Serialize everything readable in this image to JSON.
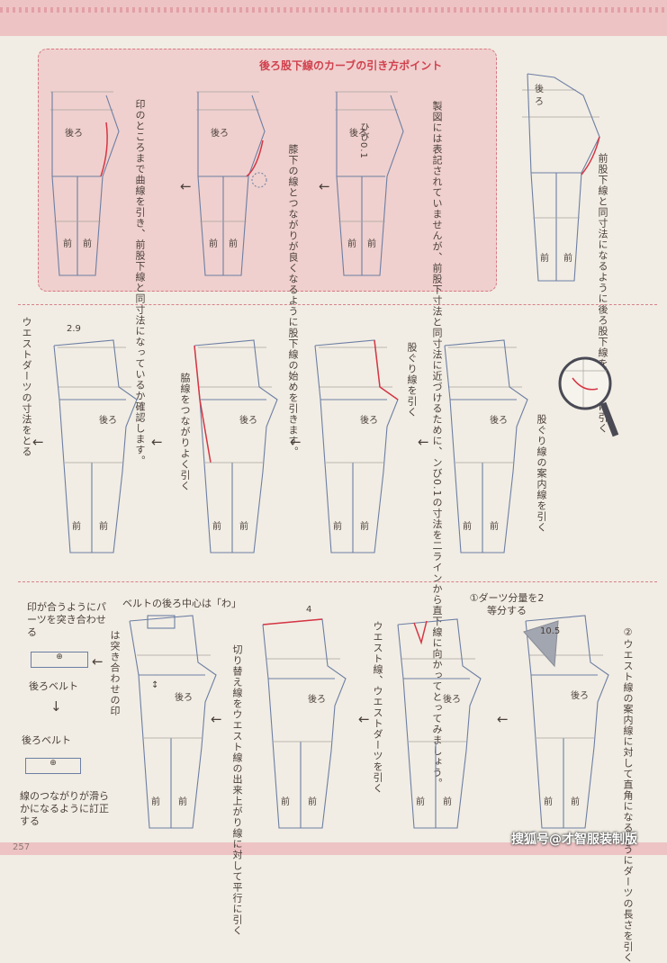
{
  "panel": {
    "title": "後ろ股下線のカーブの引き方ポイント",
    "notes": {
      "a": "製図には表記されていませんが、前股下寸法と同寸法に近づけるために、ンび0.1の寸法を二ラインから直下線に向かってとってみましょう。",
      "b": "膝下の線とつながりが良くなるように股下線の始めを引きます。",
      "c": "印のところまで曲線を引き、前股下線と同寸法になっているか確認します。"
    },
    "right_note": "前股下線と同寸法になるように後ろ股下線をカーブに引く",
    "hibi": "ひび0.1"
  },
  "labels": {
    "back": "後ろ",
    "front": "前"
  },
  "row2": {
    "waist_dart": "ウエストダーツの寸法をとる",
    "dims": "2.9",
    "side_line": "脇線をつながりよく引く",
    "crotch_line": "股ぐり線を引く",
    "guide_line": "股ぐり線の案内線を引く"
  },
  "row3": {
    "belt_center": "ベルトの後ろ中心は「わ」",
    "match_parts": "印が合うようにパーツを突き合わせる",
    "back_belt_1": "後ろベルト",
    "back_belt_2": "後ろベルト",
    "smooth_line": "線のつながりが滑らかになるように訂正する",
    "match_mark": "は突き合わせの印",
    "cut_note": "切り替え線をウエスト線の出来上がり線に対して平行に引く",
    "waist_dart": "ウエスト線、ウエストダーツを引く",
    "dart_divide": "①ダーツ分量を2等分する",
    "right_angle": "②ウエスト線の案内線に対して直角になるようにダーツの長さを引く",
    "dim_4": "4",
    "dim_105": "10.5"
  },
  "page_number": "257",
  "watermark": "搜狐号@才智服装制版"
}
